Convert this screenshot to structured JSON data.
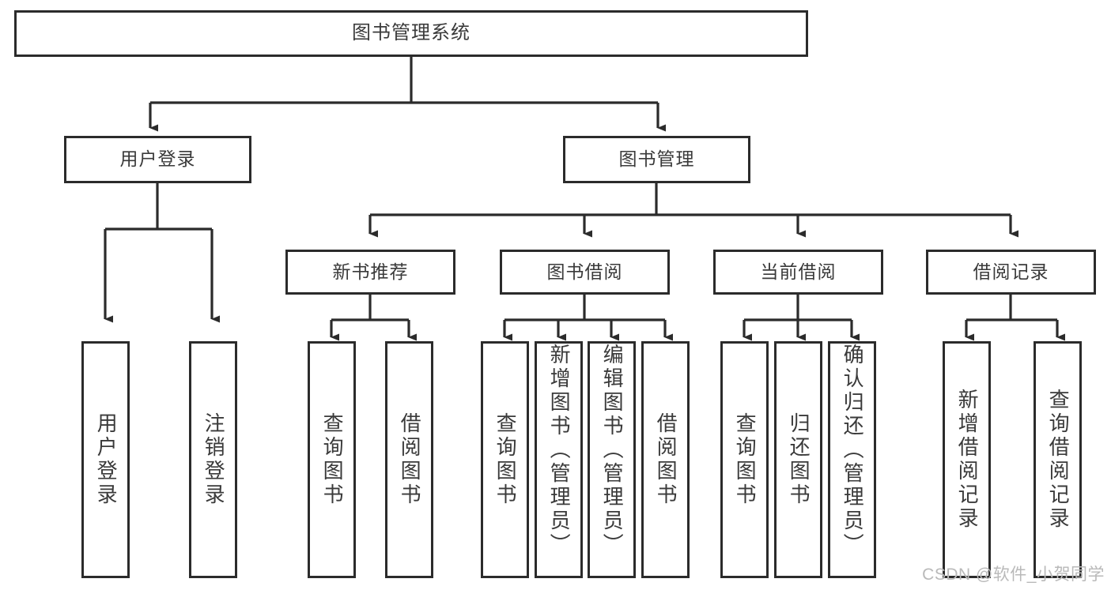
{
  "diagram": {
    "type": "tree",
    "title": "图书管理系统",
    "orientation": "top-down",
    "colors": {
      "background": "#ffffff",
      "node_fill": "#ffffff",
      "node_border": "#2b2b2b",
      "text": "#3a3a3a",
      "edge": "#2b2b2b",
      "watermark": "#b9b9b9"
    },
    "nodes": {
      "root": {
        "label": "图书管理系统"
      },
      "level1": [
        {
          "id": "user-login",
          "label": "用户登录"
        },
        {
          "id": "book-manage",
          "label": "图书管理"
        }
      ],
      "level2": [
        {
          "id": "new-book-recommend",
          "label": "新书推荐"
        },
        {
          "id": "book-borrow",
          "label": "图书借阅"
        },
        {
          "id": "current-borrow",
          "label": "当前借阅"
        },
        {
          "id": "borrow-record",
          "label": "借阅记录"
        }
      ],
      "leaves": {
        "user_login": [
          {
            "id": "leaf-user-login",
            "label": "用户登录"
          },
          {
            "id": "leaf-logout-login",
            "label": "注销登录"
          }
        ],
        "new_book_recommend": [
          {
            "id": "leaf-query-book-1",
            "label": "查询图书"
          },
          {
            "id": "leaf-borrow-book-1",
            "label": "借阅图书"
          }
        ],
        "book_borrow": [
          {
            "id": "leaf-query-book-2",
            "label": "查询图书"
          },
          {
            "id": "leaf-add-book",
            "label": "新增图书（管理员）"
          },
          {
            "id": "leaf-edit-book",
            "label": "编辑图书（管理员）"
          },
          {
            "id": "leaf-borrow-book-2",
            "label": "借阅图书"
          }
        ],
        "current_borrow": [
          {
            "id": "leaf-query-book-3",
            "label": "查询图书"
          },
          {
            "id": "leaf-return-book",
            "label": "归还图书"
          },
          {
            "id": "leaf-confirm-return",
            "label": "确认归还（管理员）"
          }
        ],
        "borrow_record": [
          {
            "id": "leaf-add-record",
            "label": "新增借阅记录"
          },
          {
            "id": "leaf-query-record",
            "label": "查询借阅记录"
          }
        ]
      }
    }
  },
  "watermark": {
    "text": "CSDN @软件_小贺同学"
  }
}
